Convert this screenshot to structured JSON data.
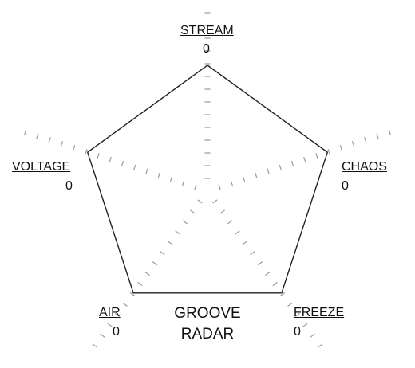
{
  "chart_data": {
    "type": "radar",
    "title": "GROOVE RADAR",
    "title_lines": [
      "GROOVE",
      "RADAR"
    ],
    "axes": [
      {
        "name": "STREAM",
        "value": 0
      },
      {
        "name": "CHAOS",
        "value": 0
      },
      {
        "name": "FREEZE",
        "value": 0
      },
      {
        "name": "AIR",
        "value": 0
      },
      {
        "name": "VOLTAGE",
        "value": 0
      }
    ],
    "value_labels": [
      "0",
      "0",
      "0",
      "0",
      "0"
    ],
    "grid": true,
    "legend": "none"
  }
}
